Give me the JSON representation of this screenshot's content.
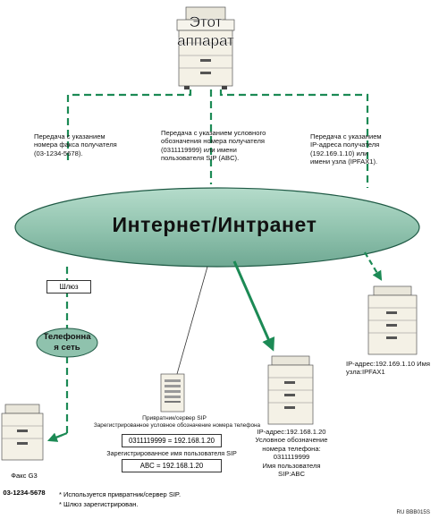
{
  "machine": {
    "label": "Этот\nаппарат"
  },
  "routes": {
    "left": "Передача с указанием\nномера факса получателя\n(03-1234-5678).",
    "middle": "Передача с указанием условного\nобозначения номера получателя\n(0311119999) или имени\nпользователя SIP (ABC).",
    "right": "Передача с указанием\nIP-адреса получателя\n(192.169.1.10) или\nимени узла (IPFAX1)."
  },
  "network": {
    "label": "Интернет/Интранет"
  },
  "gateway": {
    "label": "Шлюз"
  },
  "phone_network": {
    "label": "Телефонна\nя сеть"
  },
  "fax": {
    "name": "Факс G3",
    "number": "03-1234-5678"
  },
  "sip_server": {
    "title": "Привратник/сервер SIP",
    "subtitle": "Зарегистрированное условное обозначение номера телефона",
    "alias_mapping": "0311119999 = 192.168.1.20",
    "user_caption": "Зарегистрированное имя пользователя SIP",
    "user_mapping": "ABC = 192.168.1.20"
  },
  "sip_device": {
    "label": "IP-адрес:192.168.1.20\nУсловное обозначение\nномера телефона:\n0311119999\nИмя пользователя SIP:ABC"
  },
  "ip_device": {
    "label": "IP-адрес:192.169.1.10 Имя\nузла:IPFAX1"
  },
  "notes": [
    "* Используется привратник/сервер SIP.",
    "* Шлюз зарегистрирован."
  ],
  "figure_code": "RU BBB015S",
  "colors": {
    "network_fill": "#8fc2ad",
    "network_stroke": "#1f5a45",
    "route_line": "#1c8a55",
    "device_fill": "#f4f1e6"
  }
}
